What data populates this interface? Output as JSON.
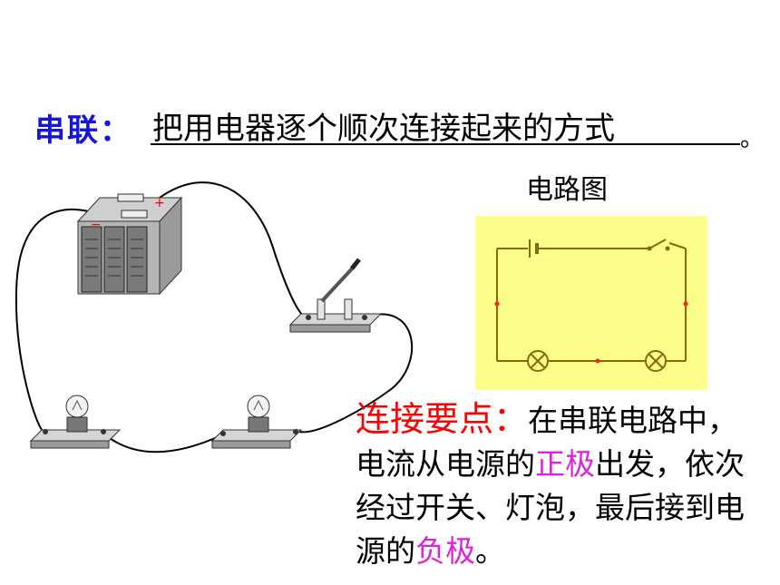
{
  "heading": {
    "label": "串联：",
    "definition": "把用电器逐个顺次连接起来的方式",
    "period": "。"
  },
  "diagram": {
    "title": "电路图",
    "background": "#fdfd8a",
    "line_color": "#8a6a00",
    "dot_color": "#ff2222"
  },
  "connection_points": {
    "heading": "连接要点：",
    "text_1": "在串联电路中，电流从电源的",
    "positive": "正极",
    "text_2": "出发，依次经过开关、灯泡，最后接到电源的",
    "negative": "负极",
    "text_3": "。"
  },
  "colors": {
    "label_blue": "#1515e0",
    "heading_red": "#ff0000",
    "emphasis_pink": "#dd22dd"
  },
  "icons": {
    "battery_plus": "+",
    "battery_minus": "−"
  }
}
